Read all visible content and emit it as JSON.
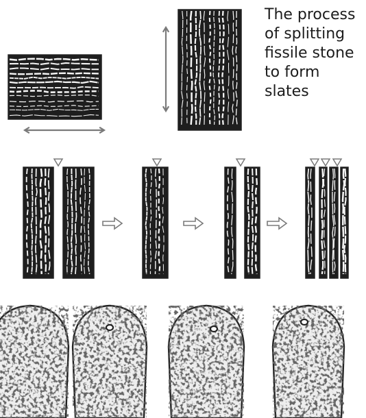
{
  "caption": {
    "lines": [
      "The process",
      "of splitting",
      "fissile stone",
      "to form",
      "slates"
    ]
  },
  "colors": {
    "stone_dark": "#1e1e1e",
    "stone_light": "#f4f4f4",
    "arrow": "#7a7a7a",
    "ink": "#222222"
  },
  "icons": {
    "horizontal_arrow": "double-headed-arrow-icon",
    "vertical_arrow": "double-headed-arrow-icon",
    "step_arrow": "hollow-right-arrow-icon",
    "split_marker": "split-triangle-icon"
  },
  "stages": {
    "block_count": [
      2,
      1,
      2,
      4
    ],
    "split_marks": [
      1,
      1,
      1,
      3
    ]
  },
  "slates_shown": 4
}
